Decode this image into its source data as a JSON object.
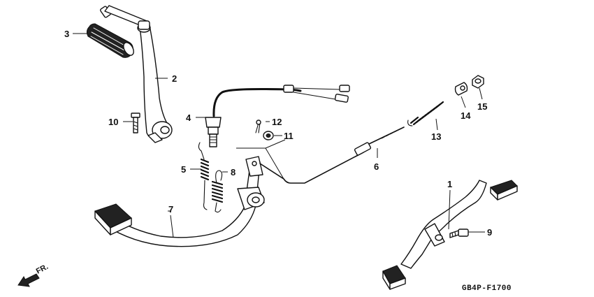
{
  "diagram": {
    "callouts": [
      {
        "id": "c1",
        "text": "1"
      },
      {
        "id": "c2",
        "text": "2"
      },
      {
        "id": "c3",
        "text": "3"
      },
      {
        "id": "c4",
        "text": "4"
      },
      {
        "id": "c5",
        "text": "5"
      },
      {
        "id": "c6",
        "text": "6"
      },
      {
        "id": "c7",
        "text": "7"
      },
      {
        "id": "c8",
        "text": "8"
      },
      {
        "id": "c9",
        "text": "9"
      },
      {
        "id": "c10",
        "text": "10"
      },
      {
        "id": "c11",
        "text": "11"
      },
      {
        "id": "c12",
        "text": "12"
      },
      {
        "id": "c13",
        "text": "13"
      },
      {
        "id": "c14",
        "text": "14"
      },
      {
        "id": "c15",
        "text": "15"
      }
    ],
    "direction_label": "FR.",
    "drawing_code": "GB4P-F1700"
  }
}
